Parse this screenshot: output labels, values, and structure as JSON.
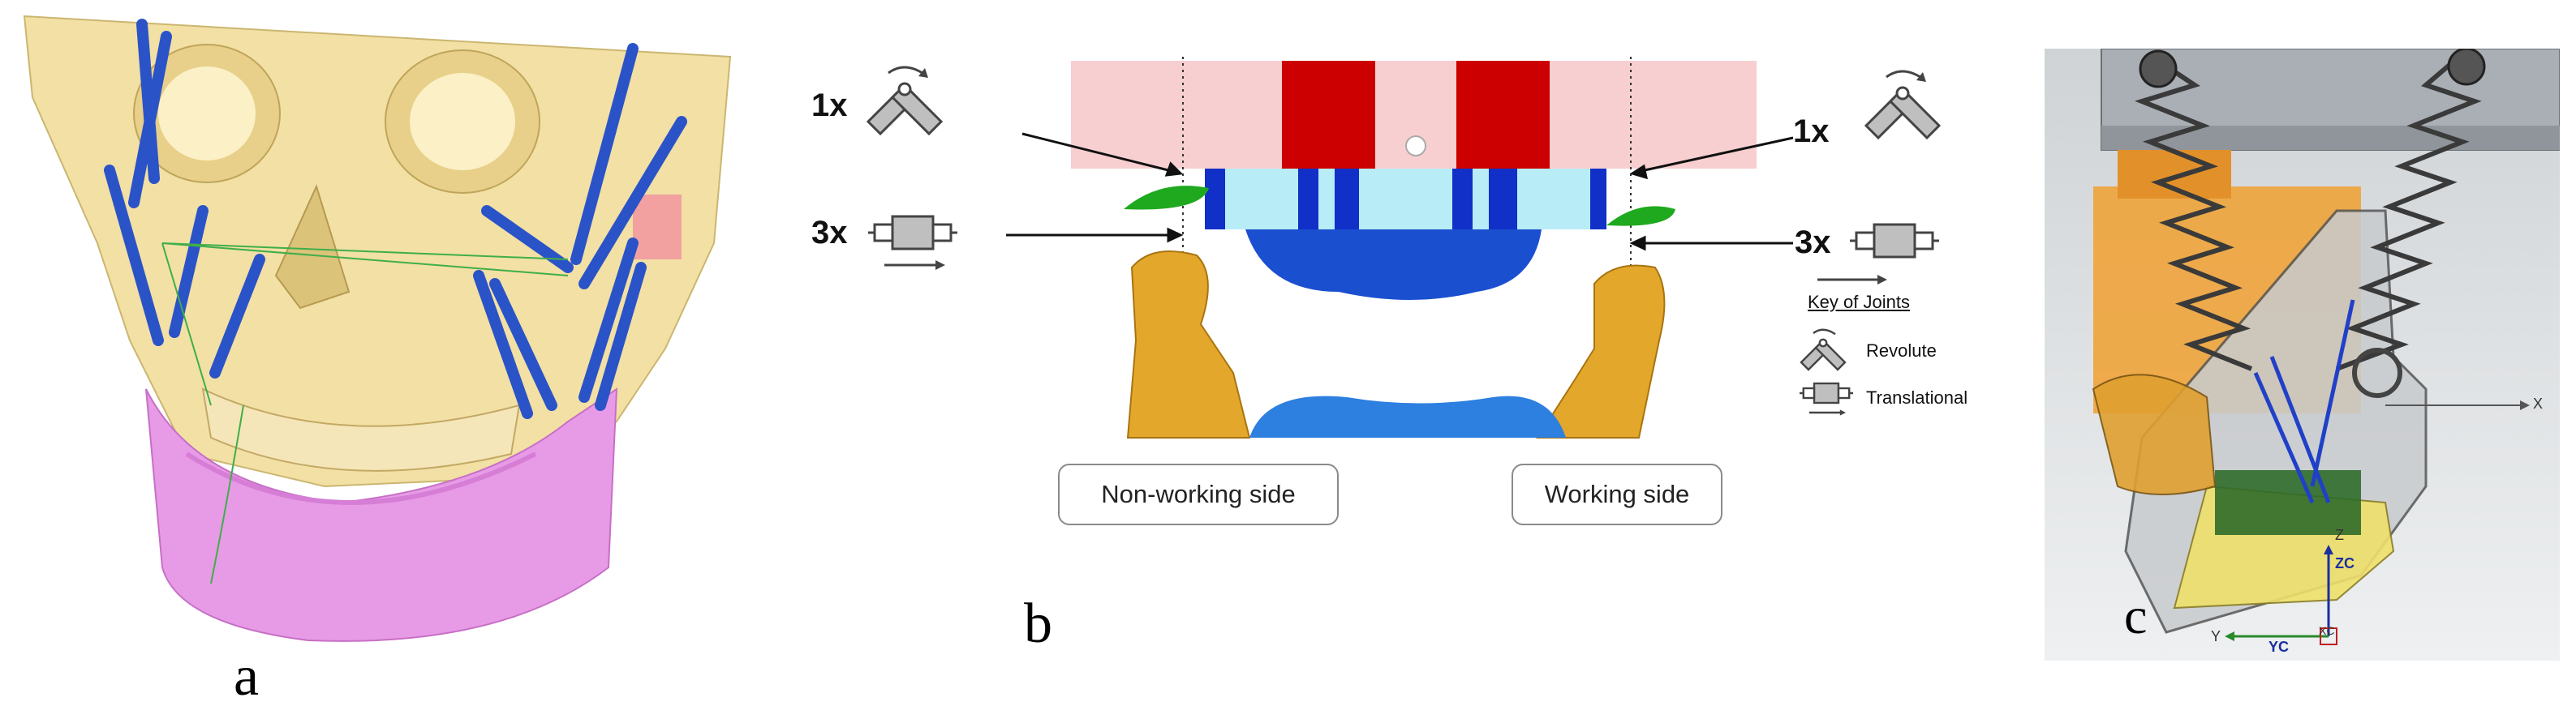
{
  "panels": {
    "a": {
      "letter": "a"
    },
    "b": {
      "letter": "b",
      "left_revolute_count": "1x",
      "left_translational_count": "3x",
      "right_revolute_count": "1x",
      "right_translational_count": "3x",
      "non_working_side_label": "Non-working  side",
      "working_side_label": "Working side",
      "key_title": "Key of Joints",
      "key_revolute_label": "Revolute",
      "key_translational_label": "Translational"
    },
    "c": {
      "letter": "c",
      "axis_x": "X",
      "axis_z": "Z",
      "axis_zc": "ZC",
      "axis_y": "Y",
      "axis_yc": "YC",
      "axis_xc": "XC"
    }
  },
  "colors": {
    "skull": "#f2dfa0",
    "mandible": "#e79be6",
    "muscle": "#2b53c8",
    "fixture_pink": "#f8cfd0",
    "fixture_red": "#cc0000",
    "fixture_blue": "#1030c8",
    "fixture_lightblue": "#b8ecf6",
    "condyle_gold": "#e3a72b",
    "teeth_blue": "#2d7fe0",
    "disc_green": "#1fa91f",
    "spring_gray": "#555555",
    "orange_part": "#f0a030"
  }
}
